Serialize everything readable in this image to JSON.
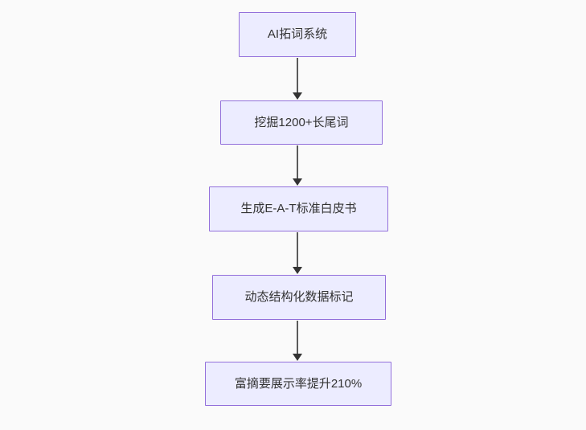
{
  "diagram": {
    "type": "flowchart",
    "direction": "top-down",
    "nodes": [
      {
        "label": "AI拓词系统"
      },
      {
        "label": "挖掘1200+长尾词"
      },
      {
        "label": "生成E-A-T标准白皮书"
      },
      {
        "label": "动态结构化数据标记"
      },
      {
        "label": "富摘要展示率提升210%"
      }
    ],
    "edges": [
      {
        "from": 0,
        "to": 1
      },
      {
        "from": 1,
        "to": 2
      },
      {
        "from": 2,
        "to": 3
      },
      {
        "from": 3,
        "to": 4
      }
    ],
    "colors": {
      "background": "#FAFAFA",
      "node_fill": "#ECECFF",
      "node_border": "#9370DB",
      "node_text": "#333333",
      "arrow_line": "#5A5A5A",
      "arrow_head": "#333333"
    }
  }
}
